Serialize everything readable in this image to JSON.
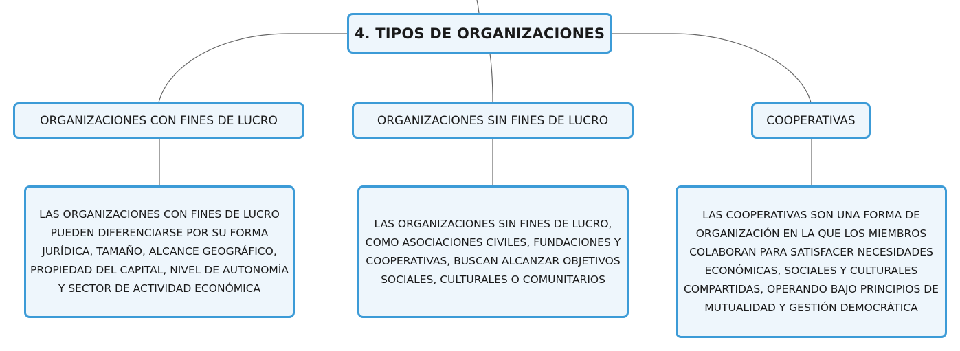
{
  "root": {
    "label": "4. TIPOS DE ORGANIZACIONES"
  },
  "branches": [
    {
      "label": "ORGANIZACIONES CON FINES DE LUCRO",
      "detail": "LAS ORGANIZACIONES CON FINES DE LUCRO PUEDEN DIFERENCIARSE POR SU FORMA JURÍDICA, TAMAÑO, ALCANCE GEOGRÁFICO, PROPIEDAD DEL CAPITAL, NIVEL DE AUTONOMÍA Y SECTOR DE ACTIVIDAD ECONÓMICA"
    },
    {
      "label": "ORGANIZACIONES SIN FINES DE LUCRO",
      "detail": "LAS ORGANIZACIONES SIN FINES DE LUCRO, COMO ASOCIACIONES CIVILES, FUNDACIONES Y COOPERATIVAS, BUSCAN ALCANZAR OBJETIVOS SOCIALES, CULTURALES O COMUNITARIOS"
    },
    {
      "label": "COOPERATIVAS",
      "detail": "LAS COOPERATIVAS SON UNA FORMA DE ORGANIZACIÓN EN LA QUE LOS MIEMBROS COLABORAN PARA SATISFACER NECESIDADES ECONÓMICAS, SOCIALES Y CULTURALES COMPARTIDAS, OPERANDO BAJO PRINCIPIOS DE MUTUALIDAD Y GESTIÓN DEMOCRÁTICA"
    }
  ],
  "colors": {
    "node_border": "#3c9bd7",
    "node_fill": "#eef6fc",
    "connector": "#666666"
  }
}
